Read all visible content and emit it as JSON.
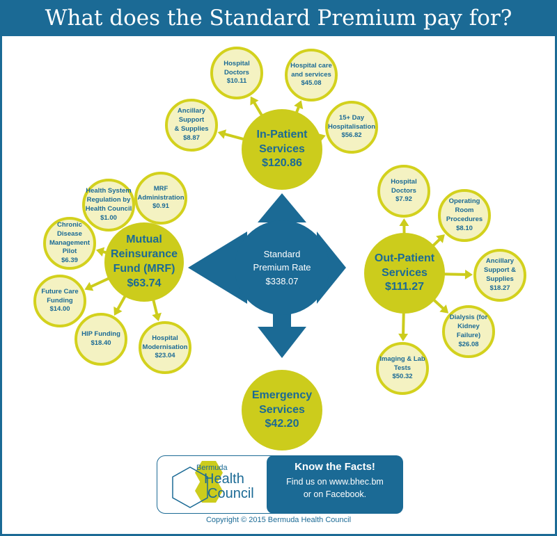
{
  "title": "What does the Standard Premium pay for?",
  "center": {
    "label": "Standard\nPremium Rate",
    "value": "$338.07"
  },
  "groups": {
    "inpatient": {
      "label": "In-Patient\nServices",
      "value": "$120.86",
      "items": [
        {
          "label": "Hospital\nDoctors",
          "value": "$10.11"
        },
        {
          "label": "Hospital care\nand services",
          "value": "$45.08"
        },
        {
          "label": "15+ Day\nHospitalisation",
          "value": "$56.82"
        },
        {
          "label": "Ancillary\nSupport\n& Supplies",
          "value": "$8.87"
        }
      ]
    },
    "mrf": {
      "label": "Mutual\nReinsurance\nFund (MRF)",
      "value": "$63.74",
      "items": [
        {
          "label": "Health System\nRegulation by\nHealth Council",
          "value": "$1.00"
        },
        {
          "label": "MRF\nAdministration",
          "value": "$0.91"
        },
        {
          "label": "Chronic Disease\nManagement Pilot",
          "value": "$6.39"
        },
        {
          "label": "Future Care\nFunding",
          "value": "$14.00"
        },
        {
          "label": "HIP Funding",
          "value": "$18.40"
        },
        {
          "label": "Hospital\nModernisation",
          "value": "$23.04"
        }
      ]
    },
    "outpatient": {
      "label": "Out-Patient\nServices",
      "value": "$111.27",
      "items": [
        {
          "label": "Hospital\nDoctors",
          "value": "$7.92"
        },
        {
          "label": "Operating\nRoom\nProcedures",
          "value": "$8.10"
        },
        {
          "label": "Ancillary\nSupport &\nSupplies",
          "value": "$18.27"
        },
        {
          "label": "Dialysis (for\nKidney Failure)",
          "value": "$26.08"
        },
        {
          "label": "Imaging & Lab\nTests",
          "value": "$50.32"
        }
      ]
    },
    "emergency": {
      "label": "Emergency\nServices",
      "value": "$42.20",
      "items": []
    }
  },
  "footer": {
    "logo": {
      "line1": "Bermuda",
      "line2": "Health",
      "line3": "Council"
    },
    "facts_title": "Know the Facts!",
    "facts_line1": "Find us on www.bhec.bm",
    "facts_line2": "or on Facebook.",
    "copyright": "Copyright © 2015 Bermuda Health Council"
  },
  "colors": {
    "blue": "#1b6a95",
    "big": "#cccc1c",
    "small_fill": "#f4f2c2",
    "small_border": "#d3d11d"
  }
}
